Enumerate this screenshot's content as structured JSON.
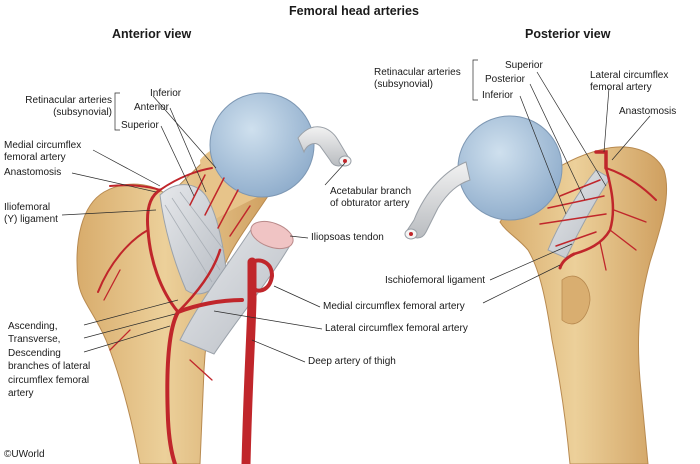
{
  "title": "Femoral head arteries",
  "anterior": {
    "heading": "Anterior view",
    "retinacular": [
      "Retinacular arteries",
      "(subsynovial)"
    ],
    "inferior": "Inferior",
    "anterior_lbl": "Anterior",
    "superior": "Superior",
    "medial_circ": [
      "Medial circumflex",
      "femoral artery"
    ],
    "anastomosis": "Anastomosis",
    "iliofemoral": [
      "Iliofemoral",
      "(Y) ligament"
    ],
    "acetabular": [
      "Acetabular branch",
      "of obturator artery"
    ],
    "iliopsoas": "Iliopsoas tendon",
    "medial_circ_full": "Medial circumflex femoral artery",
    "lateral_circ_full": "Lateral circumflex femoral artery",
    "deep_artery": "Deep artery of thigh",
    "branches": [
      "Ascending,",
      "Transverse,",
      "Descending",
      "branches of lateral",
      "circumflex femoral",
      "artery"
    ]
  },
  "posterior": {
    "heading": "Posterior view",
    "retinacular": [
      "Retinacular arteries",
      "(subsynovial)"
    ],
    "superior": "Superior",
    "posterior_lbl": "Posterior",
    "inferior": "Inferior",
    "lateral_circ": [
      "Lateral circumflex",
      "femoral artery"
    ],
    "anastomosis": "Anastomosis",
    "ischiofemoral": "Ischiofemoral ligament"
  },
  "copyright": "©UWorld",
  "colors": {
    "bone": "#e8c48a",
    "bone_dark": "#c89a5a",
    "cartilage": "#a9c3dc",
    "ligament": "#cfd3d8",
    "artery": "#c0262b",
    "artery_dark": "#8f1a1e"
  }
}
